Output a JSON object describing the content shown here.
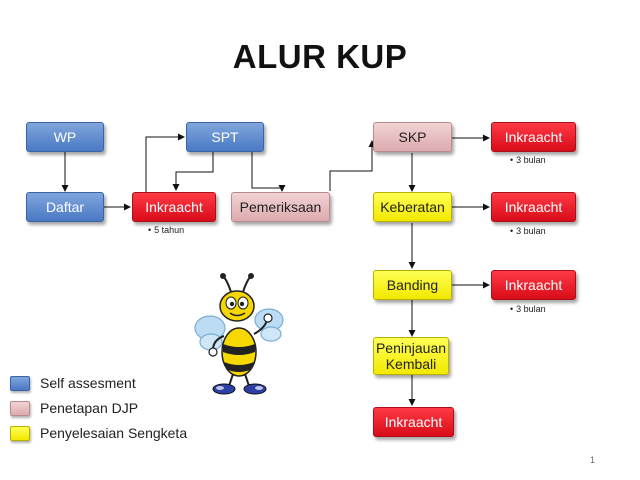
{
  "title": "ALUR KUP",
  "nodes": {
    "wp": "WP",
    "spt": "SPT",
    "skp": "SKP",
    "inkraacht_skp": "Inkraacht",
    "daftar": "Daftar",
    "inkraacht_daftar": "Inkraacht",
    "pemeriksaan": "Pemeriksaan",
    "keberatan": "Keberatan",
    "inkraacht_keberatan": "Inkraacht",
    "banding": "Banding",
    "inkraacht_banding": "Inkraacht",
    "peninjauan_kembali": "Peninjauan Kembali",
    "inkraacht_final": "Inkraacht"
  },
  "notes": {
    "skp": "3 bulan",
    "daftar": "5 tahun",
    "keberatan": "3 bulan",
    "banding": "3 bulan"
  },
  "legend": [
    {
      "label": "Self assesment",
      "color": "#4a79c4"
    },
    {
      "label": "Penetapan DJP",
      "color": "#dcaaae"
    },
    {
      "label": "Penyelesaian Sengketa",
      "color": "#f2e800"
    }
  ],
  "colors": {
    "self_assessment": "#4a79c4",
    "penetapan_djp": "#dcaaae",
    "penyelesaian_sengketa": "#f2e800",
    "inkraacht": "#e0121d"
  },
  "mascot_icon": "bee-mascot-icon",
  "slide_number": "1"
}
